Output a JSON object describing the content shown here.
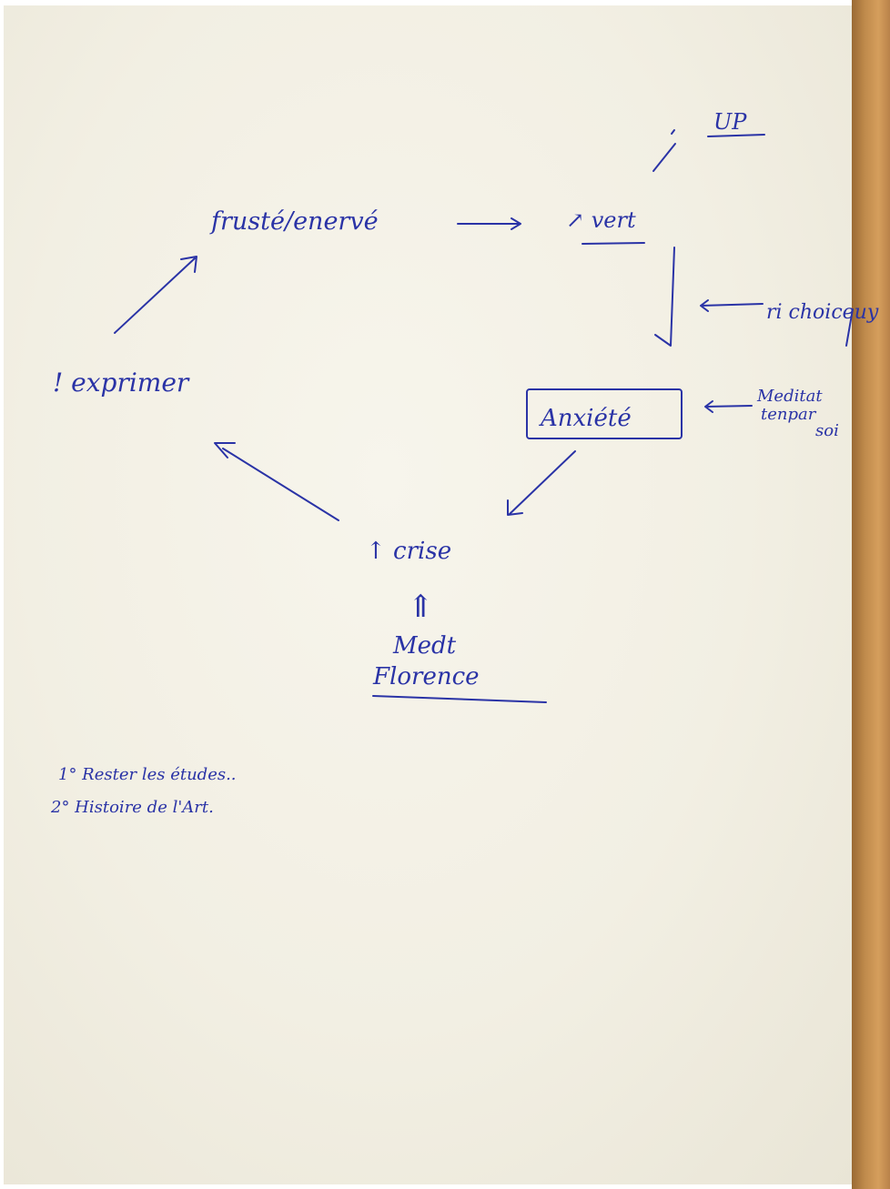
{
  "colors": {
    "ink": "#2a33a6",
    "paper": "#f3f0e4",
    "desk": "#c08b4c"
  },
  "nodes": {
    "up": "UP",
    "top_left": "frusté/enervé",
    "top_right": "↗ vert",
    "choice": "ri choiceuy",
    "left": "! exprimer",
    "anxiety": "Anxiété",
    "meditation_line1": "Meditat",
    "meditation_line2": "tenpar",
    "meditation_line3": "soi",
    "crisis": "↑ crise",
    "double_arrow": "⇑",
    "source_line1": "Medt",
    "source_line2": "Florence"
  },
  "notes": [
    "1° Rester les études..",
    "2° Histoire de l'Art."
  ]
}
